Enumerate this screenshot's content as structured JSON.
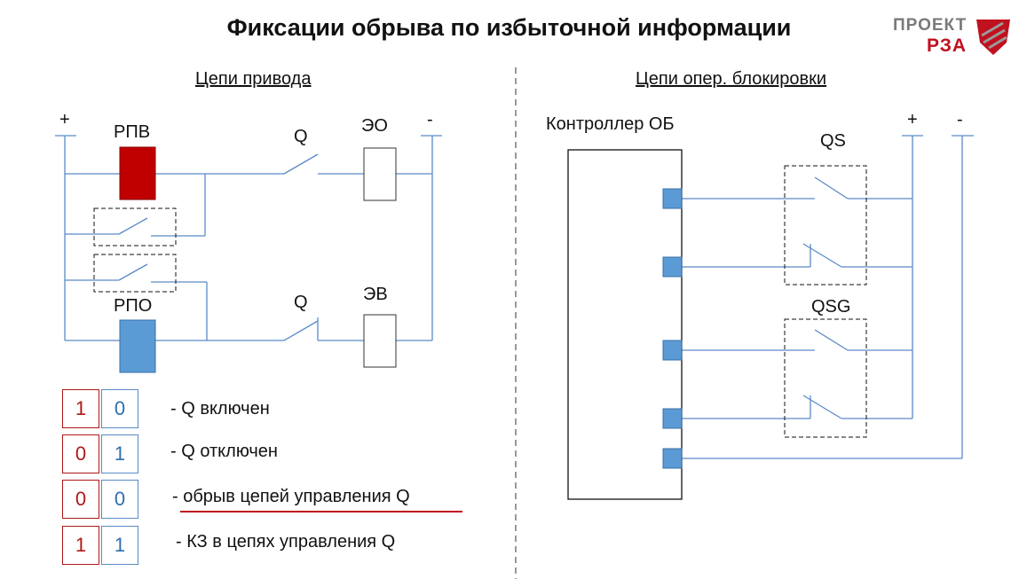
{
  "header": {
    "title": "Фиксации обрыва по избыточной информации",
    "logo_line1": "ПРОЕКТ",
    "logo_line2": "РЗА"
  },
  "left": {
    "section_title": "Цепи привода",
    "plus": "+",
    "minus": "-",
    "rpv": "РПВ",
    "rpo": "РПО",
    "q_top": "Q",
    "q_bottom": "Q",
    "eo": "ЭО",
    "ev": "ЭВ"
  },
  "right": {
    "section_title": "Цепи опер. блокировки",
    "controller": "Контроллер ОБ",
    "qs": "QS",
    "qsg": "QSG",
    "plus": "+",
    "minus": "-"
  },
  "legend": [
    {
      "a": "1",
      "b": "0",
      "text": "- Q включен"
    },
    {
      "a": "0",
      "b": "1",
      "text": "- Q отключен"
    },
    {
      "a": "0",
      "b": "0",
      "text": "- обрыв цепей управления Q"
    },
    {
      "a": "1",
      "b": "1",
      "text": "- КЗ в цепях управления Q"
    }
  ],
  "colors": {
    "wire": "#5b8ac8",
    "rpv_fill": "#c00000",
    "rpo_fill": "#5b9bd5",
    "accent_red": "#c0111f"
  }
}
